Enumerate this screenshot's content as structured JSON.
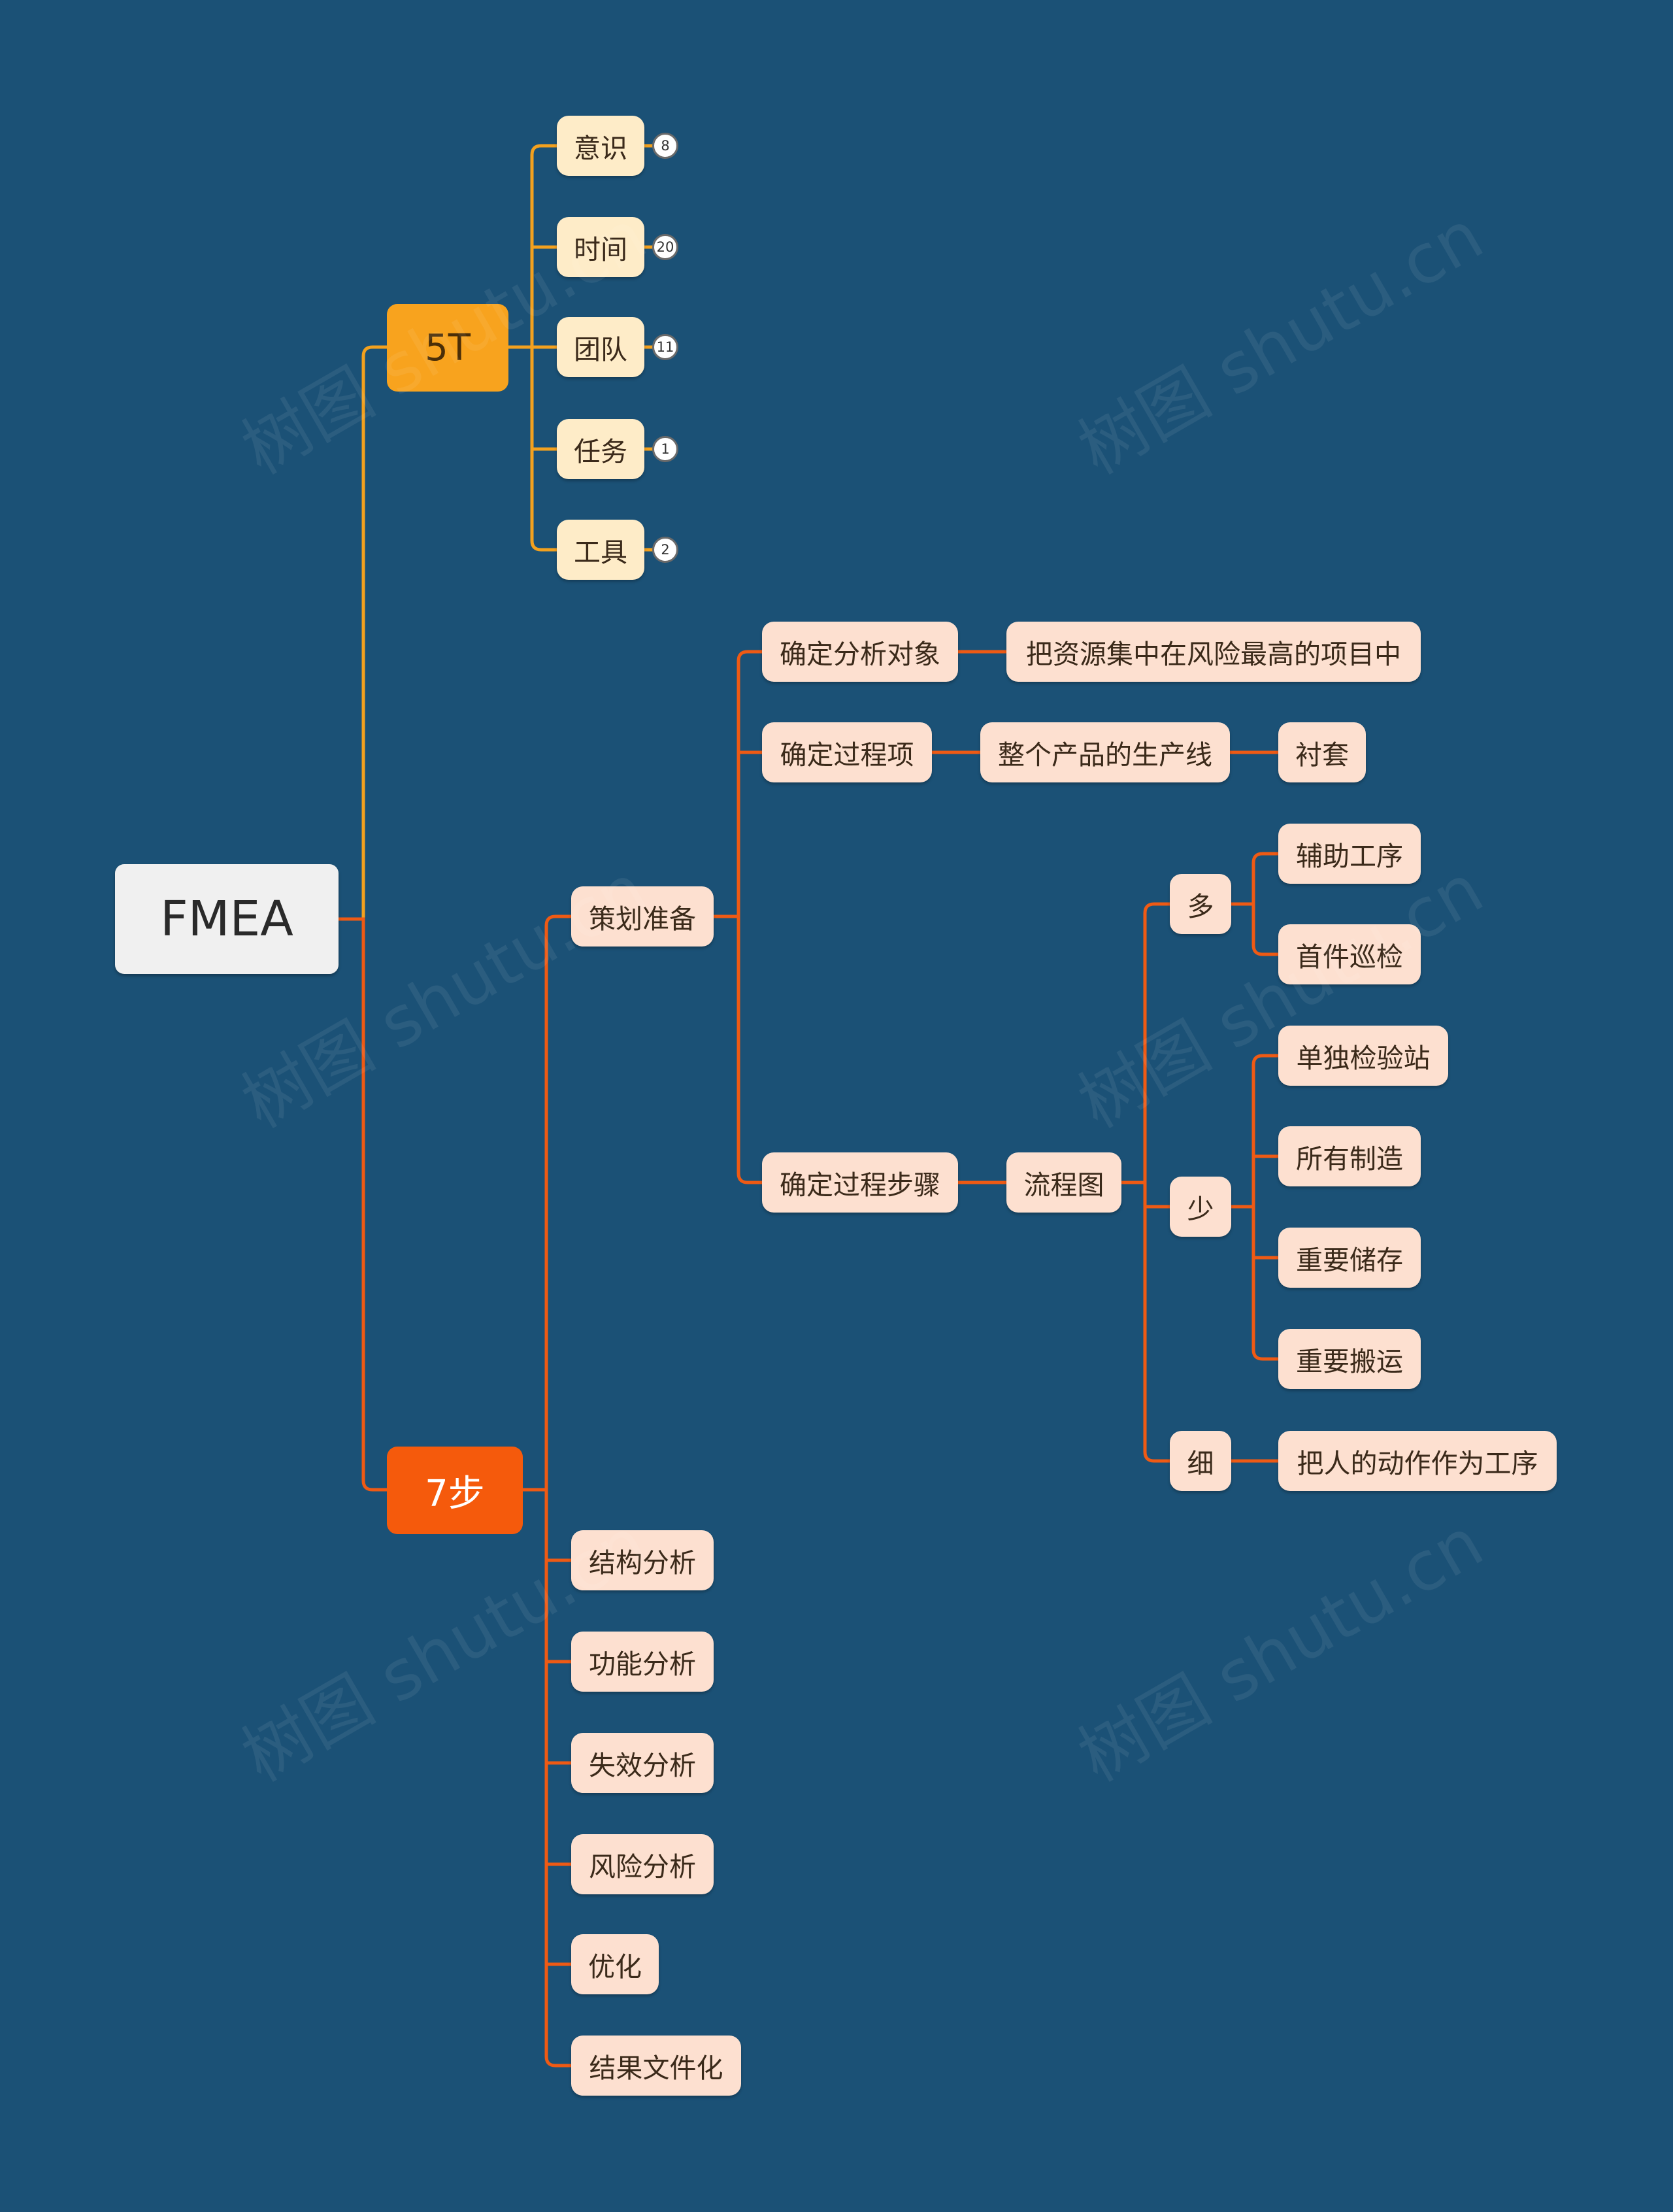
{
  "root": {
    "label": "FMEA"
  },
  "branch_5t": {
    "label": "5T",
    "items": [
      {
        "label": "意识",
        "count": "8"
      },
      {
        "label": "时间",
        "count": "20"
      },
      {
        "label": "团队",
        "count": "11"
      },
      {
        "label": "任务",
        "count": "1"
      },
      {
        "label": "工具",
        "count": "2"
      }
    ]
  },
  "branch_7": {
    "label": "7步",
    "planning": {
      "label": "策划准备",
      "analysis_object": {
        "label": "确定分析对象",
        "detail": "把资源集中在风险最高的项目中"
      },
      "process_item": {
        "label": "确定过程项",
        "detail": "整个产品的生产线",
        "sub": "衬套"
      },
      "process_steps": {
        "label": "确定过程步骤",
        "flowchart": "流程图",
        "more": {
          "label": "多",
          "items": [
            "辅助工序",
            "首件巡检"
          ]
        },
        "less": {
          "label": "少",
          "items": [
            "单独检验站",
            "所有制造",
            "重要储存",
            "重要搬运"
          ]
        },
        "fine": {
          "label": "细",
          "items": [
            "把人的动作作为工序"
          ]
        }
      }
    },
    "steps": [
      "结构分析",
      "功能分析",
      "失效分析",
      "风险分析",
      "优化",
      "结果文件化"
    ]
  },
  "watermark": "树图 shutu.cn",
  "colors": {
    "background": "#1b5176",
    "line_5t": "#f3a11e",
    "line_7": "#ef5a14",
    "node_5t": "#f8a31e",
    "node_7": "#f55a0c",
    "leaf_5t": "#feecc8",
    "leaf_7": "#fde0d0",
    "root": "#f0f0f0"
  }
}
